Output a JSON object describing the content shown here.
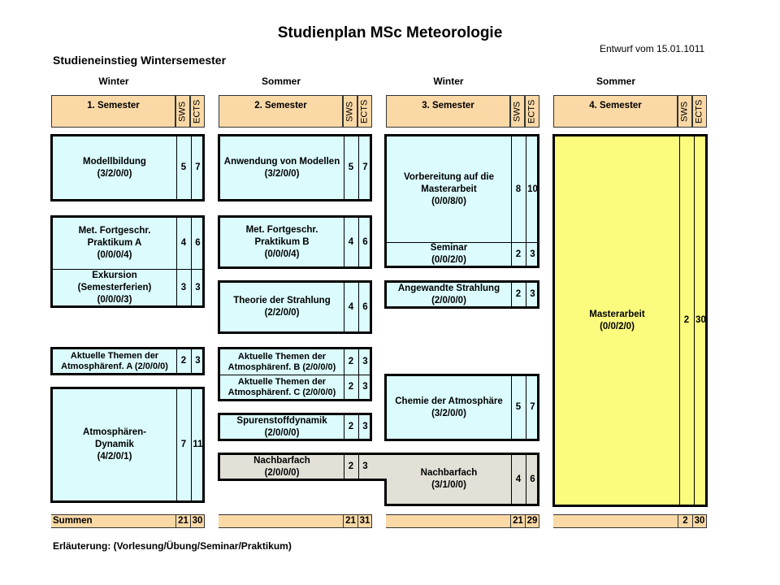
{
  "title": "Studienplan MSc Meteorologie",
  "draft": "Entwurf vom 15.01.1011",
  "subtitle": "Studieneinstieg Wintersemester",
  "seasons": [
    "Winter",
    "Sommer",
    "Winter",
    "Sommer"
  ],
  "semesters": [
    "1. Semester",
    "2. Semester",
    "3. Semester",
    "4. Semester"
  ],
  "col_sws": "SWS",
  "col_ects": "ECTS",
  "modules": {
    "modellbildung": {
      "name": "Modellbildung\n(3/2/0/0)",
      "sws": "5",
      "ects": "7"
    },
    "fortgeschr_a": {
      "name": "Met. Fortgeschr.\nPraktikum A\n(0/0/0/4)",
      "sws": "4",
      "ects": "6"
    },
    "exkursion": {
      "name": "Exkursion\n(Semesterferien)\n(0/0/0/3)",
      "sws": "3",
      "ects": "3"
    },
    "themen_a": {
      "name": "Aktuelle Themen der\nAtmosphärenf. A (2/0/0/0)",
      "sws": "2",
      "ects": "3"
    },
    "dynamik": {
      "name": "Atmosphären-\nDynamik\n(4/2/0/1)",
      "sws": "7",
      "ects": "11"
    },
    "anwendung": {
      "name": "Anwendung von Modellen\n(3/2/0/0)",
      "sws": "5",
      "ects": "7"
    },
    "fortgeschr_b": {
      "name": "Met. Fortgeschr.\nPraktikum B\n(0/0/0/4)",
      "sws": "4",
      "ects": "6"
    },
    "strahlung": {
      "name": "Theorie der Strahlung\n(2/2/0/0)",
      "sws": "4",
      "ects": "6"
    },
    "themen_b": {
      "name": "Aktuelle Themen der\nAtmosphärenf. B (2/0/0/0)",
      "sws": "2",
      "ects": "3"
    },
    "themen_c": {
      "name": "Aktuelle Themen der\nAtmosphärenf. C (2/0/0/0)",
      "sws": "2",
      "ects": "3"
    },
    "spurenstoff": {
      "name": "Spurenstoffdynamik\n(2/0/0/0)",
      "sws": "2",
      "ects": "3"
    },
    "nebenfach2": {
      "name": "Nachbarfach\n(2/0/0/0)",
      "sws": "2",
      "ects": "3"
    },
    "vorbereitung": {
      "name": "Vorbereitung auf die\nMasterarbeit\n(0/0/8/0)",
      "sws": "8",
      "ects": "10"
    },
    "seminar": {
      "name": "Seminar\n(0/0/2/0)",
      "sws": "2",
      "ects": "3"
    },
    "ang_strahlung": {
      "name": "Angewandte Strahlung\n(2/0/0/0)",
      "sws": "2",
      "ects": "3"
    },
    "chemie": {
      "name": "Chemie der Atmosphäre\n(3/2/0/0)",
      "sws": "5",
      "ects": "7"
    },
    "nebenfach3": {
      "name": "Nachbarfach\n(3/1/0/0)",
      "sws": "4",
      "ects": "6"
    },
    "masterarbeit": {
      "name": "Masterarbeit\n(0/0/2/0)",
      "sws": "2",
      "ects": "30"
    }
  },
  "sums": {
    "label": "Summen",
    "s1": {
      "sws": "21",
      "ects": "30"
    },
    "s2": {
      "sws": "21",
      "ects": "31"
    },
    "s3": {
      "sws": "21",
      "ects": "29"
    },
    "s4": {
      "sws": "2",
      "ects": "30"
    }
  },
  "legend": "Erläuterung: (Vorlesung/Übung/Seminar/Praktikum)"
}
